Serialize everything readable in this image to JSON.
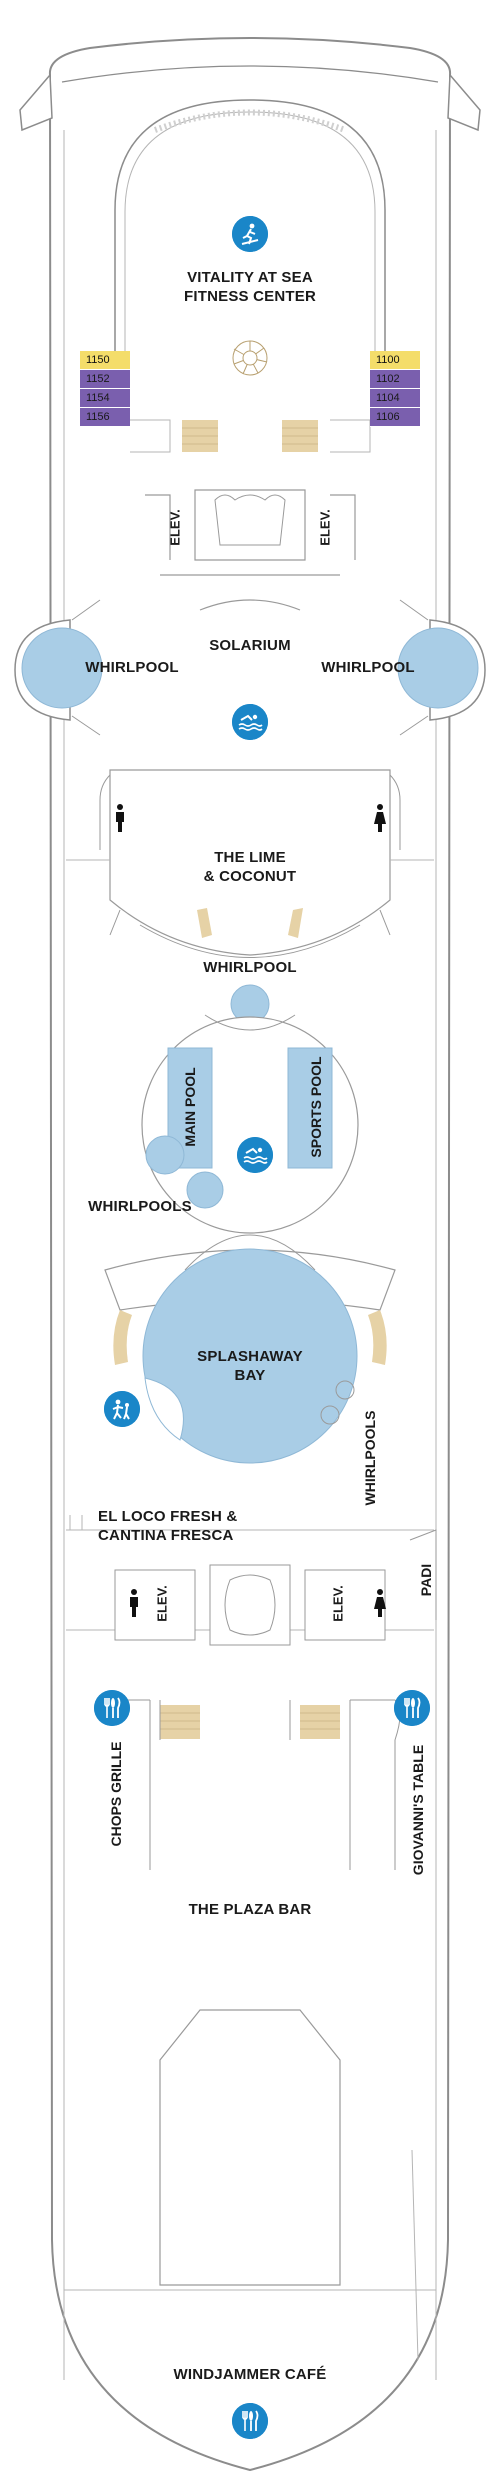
{
  "colors": {
    "hull_stroke": "#8c8c8c",
    "pool_blue": "#a9cde6",
    "icon_blue": "#1a86c8",
    "stairs_tan": "#e6d2a6",
    "cabin_yellow": "#f4dd6a",
    "cabin_purple": "#7a5fae"
  },
  "venues": {
    "fitness": "VITALITY AT SEA\nFITNESS CENTER",
    "solarium": "SOLARIUM",
    "whirlpool_left": "WHIRLPOOL",
    "whirlpool_right": "WHIRLPOOL",
    "lime_coconut": "THE LIME\n& COCONUT",
    "whirlpool_center": "WHIRLPOOL",
    "main_pool": "MAIN POOL",
    "sports_pool": "SPORTS POOL",
    "whirlpools_left": "WHIRLPOOLS",
    "splashaway": "SPLASHAWAY\nBAY",
    "whirlpools_right": "WHIRLPOOLS",
    "el_loco": "EL  LOCO FRESH &\nCANTINA FRESCA",
    "padi": "PADI",
    "chops": "CHOPS GRILLE",
    "giovanni": "GIOVANNI'S TABLE",
    "plaza_bar": "THE PLAZA BAR",
    "windjammer": "WINDJAMMER CAFÉ"
  },
  "elevators": {
    "fwd_left": "ELEV.",
    "fwd_right": "ELEV.",
    "aft_left": "ELEV.",
    "aft_right": "ELEV."
  },
  "cabins_left": [
    "1150",
    "1152",
    "1154",
    "1156"
  ],
  "cabins_right": [
    "1100",
    "1102",
    "1104",
    "1106"
  ],
  "icons": {
    "fitness": "fitness-icon",
    "pool_top": "pool-icon",
    "pool_main": "pool-icon",
    "kids": "kids-icon",
    "dining_left": "dining-icon",
    "dining_right": "dining-icon",
    "dining_bottom": "dining-icon",
    "restroom": "restroom-icon"
  }
}
